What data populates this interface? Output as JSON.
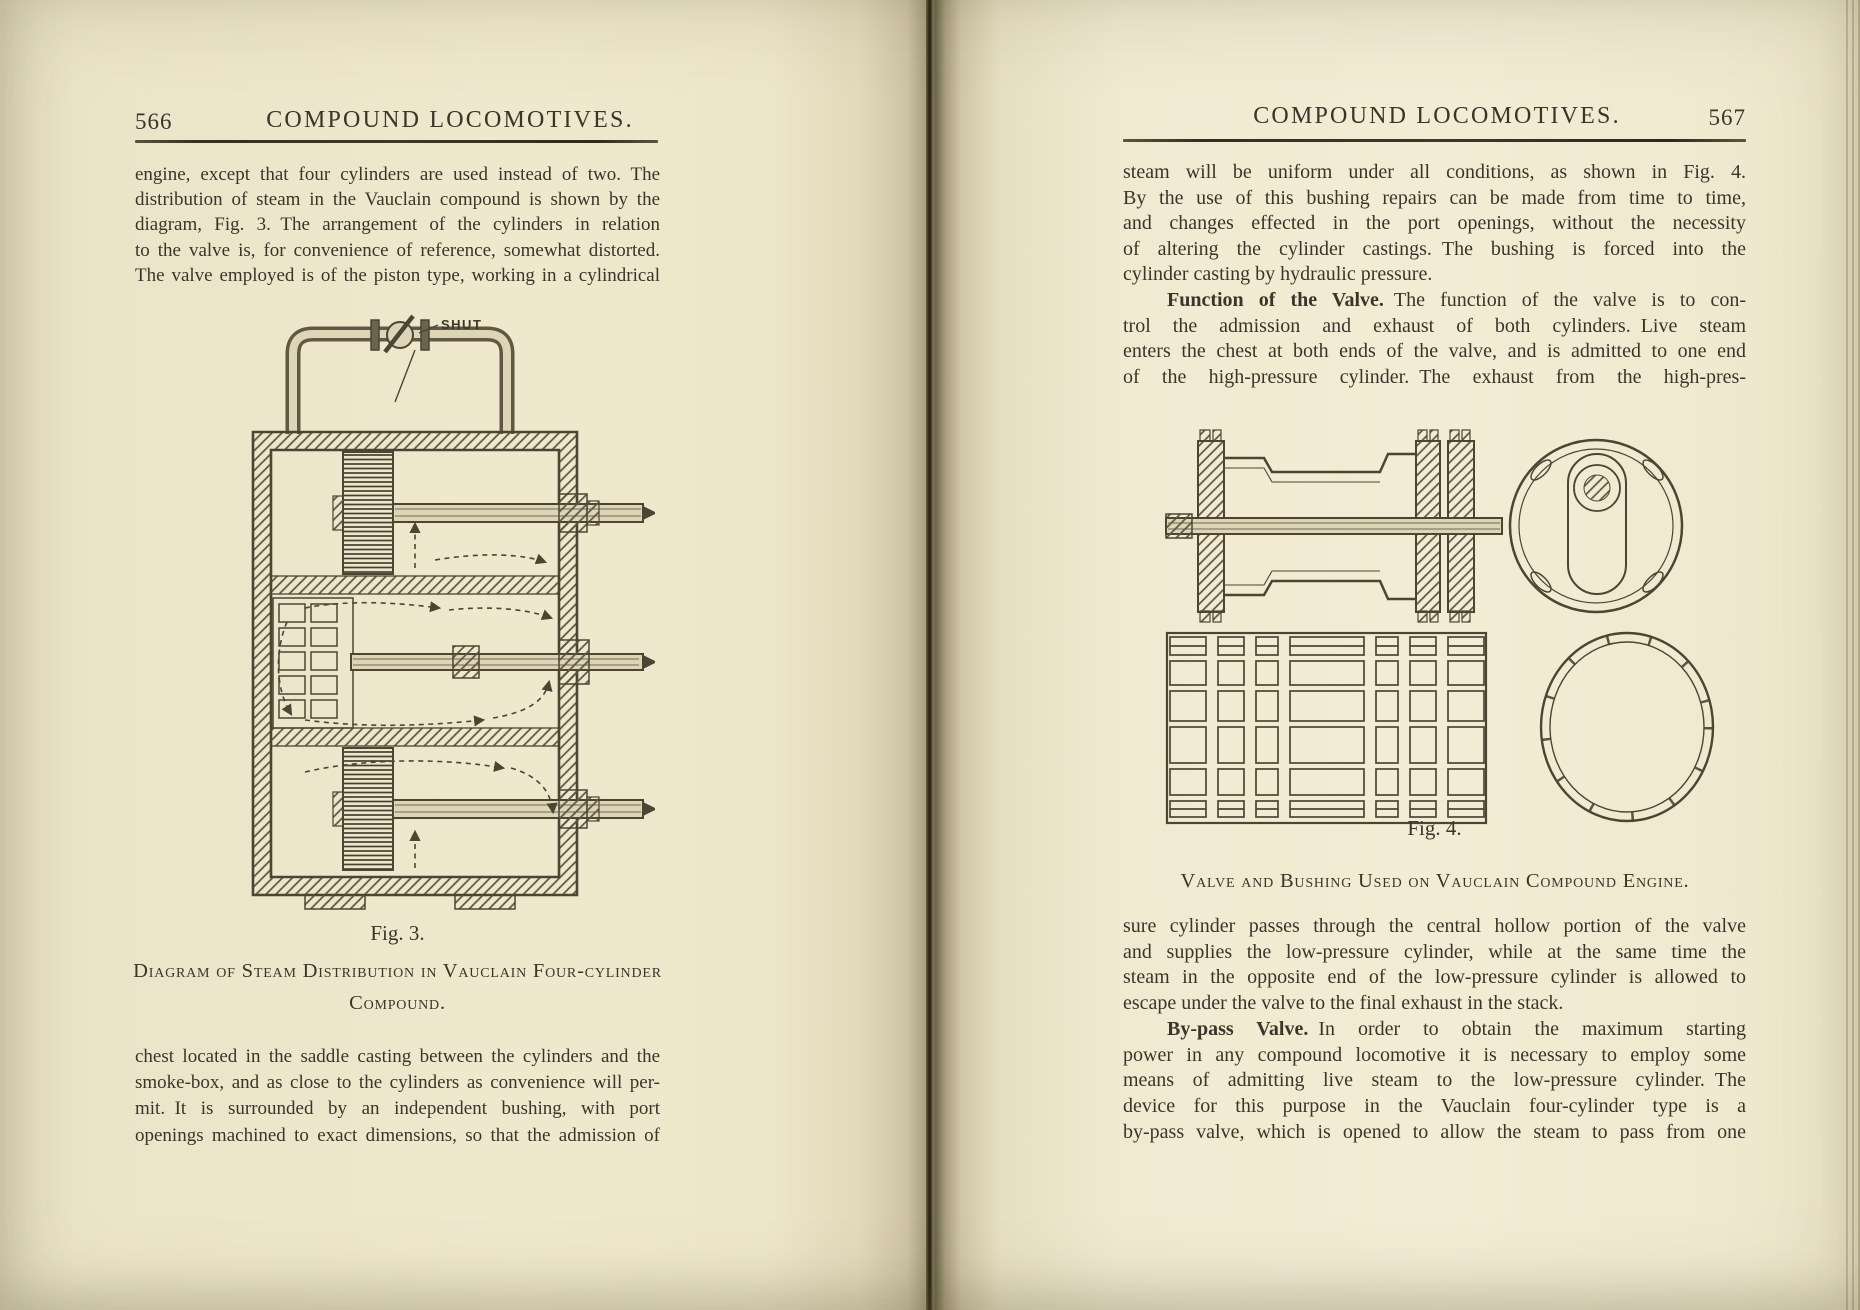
{
  "book": {
    "left_page": {
      "page_number": "566",
      "header": "COMPOUND LOCOMOTIVES.",
      "para1_lines": [
        "engine, except that four cylinders are used instead of two. The",
        "distribution of steam in the Vauclain compound is shown by the",
        "diagram, Fig. 3. The arrangement of the cylinders in relation",
        "to the valve is, for convenience of reference, somewhat distorted.",
        "The valve employed is of the piston type, working in a cylindrical"
      ],
      "figure": {
        "shut_label": "SHUT",
        "fig_no": "Fig. 3.",
        "caption_line1": "Diagram of Steam Distribution in Vauclain Four-cylinder",
        "caption_line2": "Compound."
      },
      "para2_lines": [
        "chest located in the saddle casting between the cylinders and the",
        "smoke-box, and as close to the cylinders as convenience will per-",
        "mit. It is surrounded by an independent bushing, with port",
        "openings machined to exact dimensions, so that the admission of"
      ]
    },
    "right_page": {
      "page_number": "567",
      "header": "COMPOUND LOCOMOTIVES.",
      "para1_lines": [
        "steam will be uniform under all conditions, as shown in Fig. 4.",
        "By the use of this bushing repairs can be made from time to time,",
        "and changes effected in the port openings, without the necessity",
        "of altering the cylinder castings. The bushing is forced into the",
        "cylinder casting by hydraulic pressure."
      ],
      "para2": {
        "lead": "Function of the Valve.",
        "after_lead": " The function of the valve is to con-",
        "lines": [
          "trol the admission and exhaust of both cylinders. Live steam",
          "enters the chest at both ends of the valve, and is admitted to one end",
          "of the high-pressure cylinder. The exhaust from the high-pres-"
        ]
      },
      "figure": {
        "fig_no": "Fig. 4.",
        "caption": "Valve and Bushing Used on Vauclain Compound Engine."
      },
      "para3_lines": [
        "sure cylinder passes through the central hollow portion of the valve",
        "and supplies the low-pressure cylinder, while at the same time the",
        "steam in the opposite end of the low-pressure cylinder is allowed to",
        "escape under the valve to the final exhaust in the stack."
      ],
      "para4": {
        "lead": "By-pass Valve.",
        "after_lead": " In order to obtain the maximum starting",
        "lines": [
          "power in any compound locomotive it is necessary to employ some",
          "means of admitting live steam to the low-pressure cylinder. The",
          "device for this purpose in the Vauclain four-cylinder type is a",
          "by-pass valve, which is opened to allow the steam to pass from one"
        ]
      }
    }
  }
}
